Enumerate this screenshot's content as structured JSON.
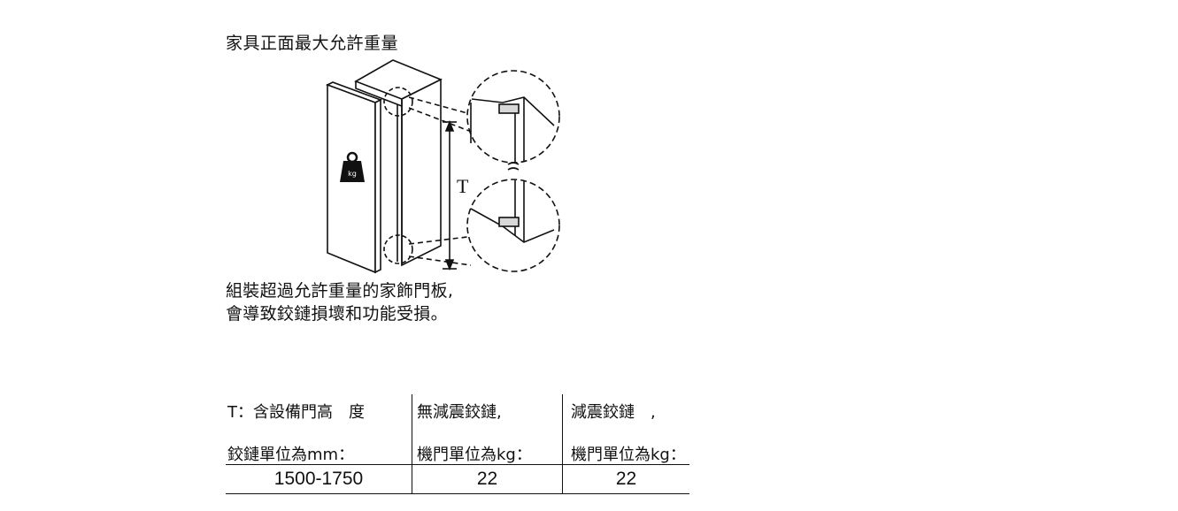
{
  "heading": "家具正面最大允許重量",
  "figure": {
    "dimension_label": "T",
    "weight_icon_label": "kg"
  },
  "warning": {
    "line1": "組裝超過允許重量的家飾門板,",
    "line2": "會導致鉸鏈損壞和功能受損。"
  },
  "table": {
    "col1_header_line1": "T：含設備門高　度",
    "col1_header_line2": "鉸鏈單位為mm：",
    "col2_header_line1": "無減震鉸鏈,",
    "col2_header_line2": "機門單位為kg：",
    "col3_header_line1": "減震鉸鏈　,",
    "col3_header_line2": "機門單位為kg：",
    "rows": [
      {
        "height": "1500-1750",
        "without_damper": "22",
        "with_damper": "22"
      }
    ]
  }
}
